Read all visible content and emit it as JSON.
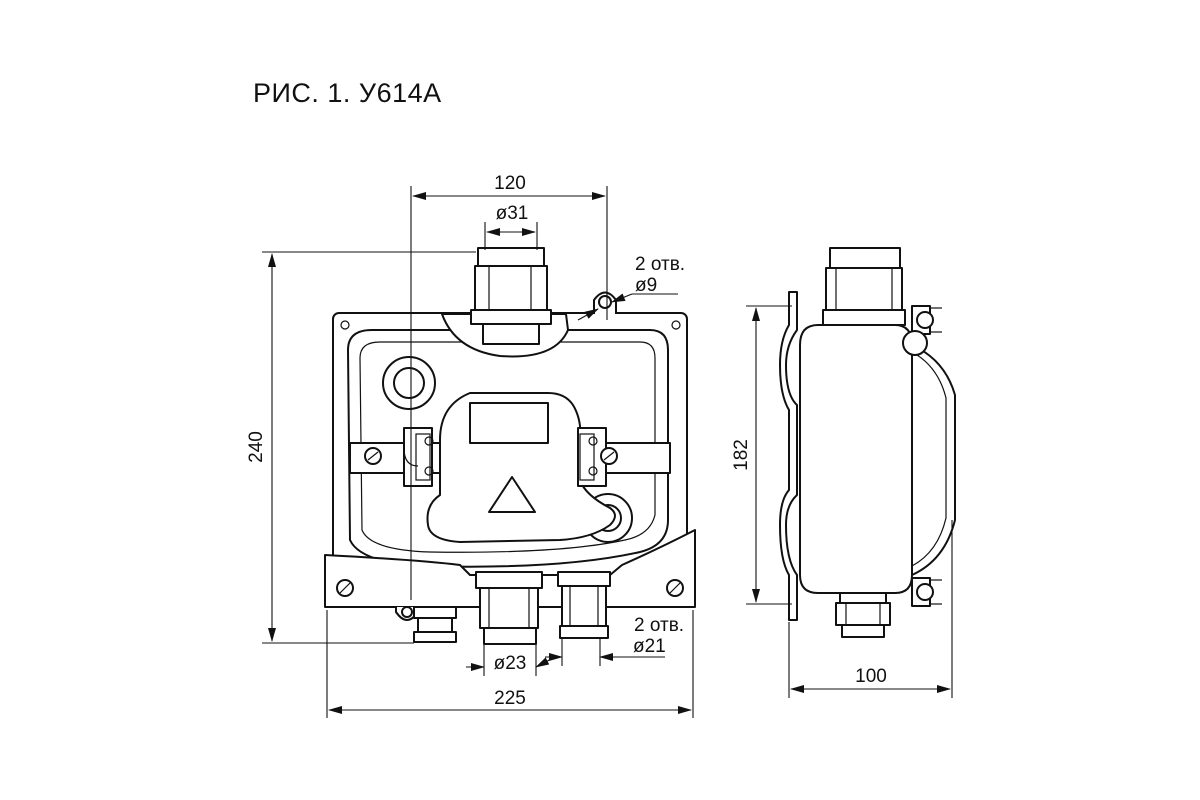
{
  "figure": {
    "title": "РИС. 1. У614А"
  },
  "dimensions": {
    "width_top": "120",
    "gland_top_diameter": "ø31",
    "mount_holes_top_count": "2 отв.",
    "mount_holes_top_diameter": "ø9",
    "height_total": "240",
    "gland_bottom_large_diameter": "ø23",
    "mount_holes_bottom_count": "2 отв.",
    "gland_bottom_small_diameter": "ø21",
    "width_total": "225",
    "side_height": "182",
    "side_depth": "100"
  }
}
